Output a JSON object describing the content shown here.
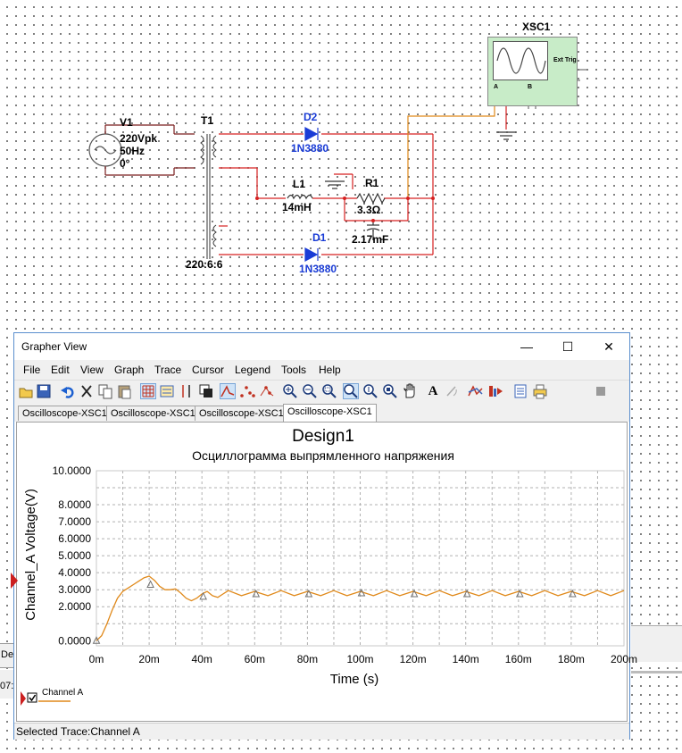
{
  "schematic": {
    "source": {
      "ref": "V1",
      "amplitude": "220Vpk",
      "frequency": "50Hz",
      "phase": "0°"
    },
    "transformer": {
      "ref": "T1",
      "ratio": "220:6:6"
    },
    "diode_top": {
      "ref": "D2",
      "model": "1N3880"
    },
    "diode_bottom": {
      "ref": "D1",
      "model": "1N3880"
    },
    "inductor": {
      "ref": "L1",
      "value": "14mH"
    },
    "resistor": {
      "ref": "R1",
      "value": "3.3Ω"
    },
    "capacitor": {
      "value": "2.17mF"
    },
    "oscilloscope": {
      "ref": "XSC1",
      "ext_trig": "Ext Trig",
      "ch_a": "A",
      "ch_b": "B"
    },
    "background_texts": {
      "left_a": "De",
      "left_b": "07:2"
    }
  },
  "grapher": {
    "title": "Grapher View",
    "window_buttons": {
      "minimize": "—",
      "maximize": "☐",
      "close": "✕"
    },
    "menu": [
      "File",
      "Edit",
      "View",
      "Graph",
      "Trace",
      "Cursor",
      "Legend",
      "Tools",
      "Help"
    ],
    "toolbar_icons": [
      "open-icon",
      "save-icon",
      "undo-icon",
      "cut-icon",
      "copy-icon",
      "paste-icon",
      "grid-icon",
      "legend-icon",
      "cursors-icon",
      "overlay-icon",
      "line-trace-icon",
      "points-trace-icon",
      "line-points-icon",
      "zoom-in-icon",
      "zoom-out-icon",
      "zoom-area-icon",
      "zoom-x-icon",
      "zoom-y-icon",
      "zoom-full-icon",
      "pan-icon",
      "text-icon",
      "rotate-text-icon",
      "trace-props-icon",
      "export-icon",
      "print-preview-icon",
      "print-icon",
      "stop-icon"
    ],
    "tabs": [
      "Oscilloscope-XSC1",
      "Oscilloscope-XSC1",
      "Oscilloscope-XSC1",
      "Oscilloscope-XSC1"
    ],
    "active_tab": 3,
    "status": "Selected Trace:Channel A",
    "legend_label": "Channel A"
  },
  "chart_data": {
    "type": "line",
    "title": "Design1",
    "subtitle": "Осциллограмма выпрямленного напряжения",
    "xlabel": "Time (s)",
    "ylabel": "Channel_A Voltage(V)",
    "xlim": [
      0,
      0.2
    ],
    "ylim": [
      -0.3,
      10
    ],
    "x_ticks": [
      0,
      0.02,
      0.04,
      0.06,
      0.08,
      0.1,
      0.12,
      0.14,
      0.16,
      0.18,
      0.2
    ],
    "x_tick_labels": [
      "0m",
      "20m",
      "40m",
      "60m",
      "80m",
      "100m",
      "120m",
      "140m",
      "160m",
      "180m",
      "200m"
    ],
    "y_ticks": [
      0,
      2,
      3,
      4,
      5,
      6,
      7,
      8,
      10
    ],
    "y_tick_labels": [
      "0.0000",
      "2.0000",
      "3.0000",
      "4.0000",
      "5.0000",
      "6.0000",
      "7.0000",
      "8.0000",
      "10.0000"
    ],
    "grid": true,
    "line_color": "#e0891a",
    "marker_color": "#707070",
    "series": [
      {
        "name": "Channel A",
        "x": [
          0,
          0.002,
          0.004,
          0.006,
          0.008,
          0.01,
          0.012,
          0.014,
          0.016,
          0.018,
          0.02,
          0.022,
          0.024,
          0.026,
          0.028,
          0.03,
          0.032,
          0.034,
          0.036,
          0.038,
          0.04,
          0.042,
          0.044,
          0.046,
          0.048,
          0.05,
          0.055,
          0.06,
          0.065,
          0.07,
          0.075,
          0.08,
          0.085,
          0.09,
          0.095,
          0.1,
          0.105,
          0.11,
          0.115,
          0.12,
          0.125,
          0.13,
          0.135,
          0.14,
          0.145,
          0.15,
          0.155,
          0.16,
          0.165,
          0.17,
          0.175,
          0.18,
          0.185,
          0.19,
          0.195,
          0.2
        ],
        "y": [
          0.0,
          0.3,
          1.0,
          1.8,
          2.5,
          2.9,
          3.1,
          3.3,
          3.5,
          3.7,
          3.8,
          3.55,
          3.2,
          3.0,
          3.0,
          3.05,
          2.8,
          2.5,
          2.35,
          2.5,
          2.75,
          2.9,
          2.65,
          2.55,
          2.75,
          2.95,
          2.65,
          2.9,
          2.65,
          2.95,
          2.65,
          2.9,
          2.65,
          2.95,
          2.65,
          2.9,
          2.65,
          2.95,
          2.65,
          2.9,
          2.65,
          2.95,
          2.65,
          2.9,
          2.65,
          2.95,
          2.65,
          2.9,
          2.65,
          2.95,
          2.65,
          2.9,
          2.65,
          2.95,
          2.65,
          2.95
        ]
      }
    ],
    "markers": [
      {
        "x": 0.0,
        "y": 0.0
      },
      {
        "x": 0.0205,
        "y": 3.3
      },
      {
        "x": 0.0405,
        "y": 2.6
      },
      {
        "x": 0.0605,
        "y": 2.75
      },
      {
        "x": 0.0805,
        "y": 2.75
      },
      {
        "x": 0.1005,
        "y": 2.8
      },
      {
        "x": 0.1205,
        "y": 2.75
      },
      {
        "x": 0.1405,
        "y": 2.75
      },
      {
        "x": 0.1605,
        "y": 2.75
      },
      {
        "x": 0.1805,
        "y": 2.75
      }
    ]
  }
}
